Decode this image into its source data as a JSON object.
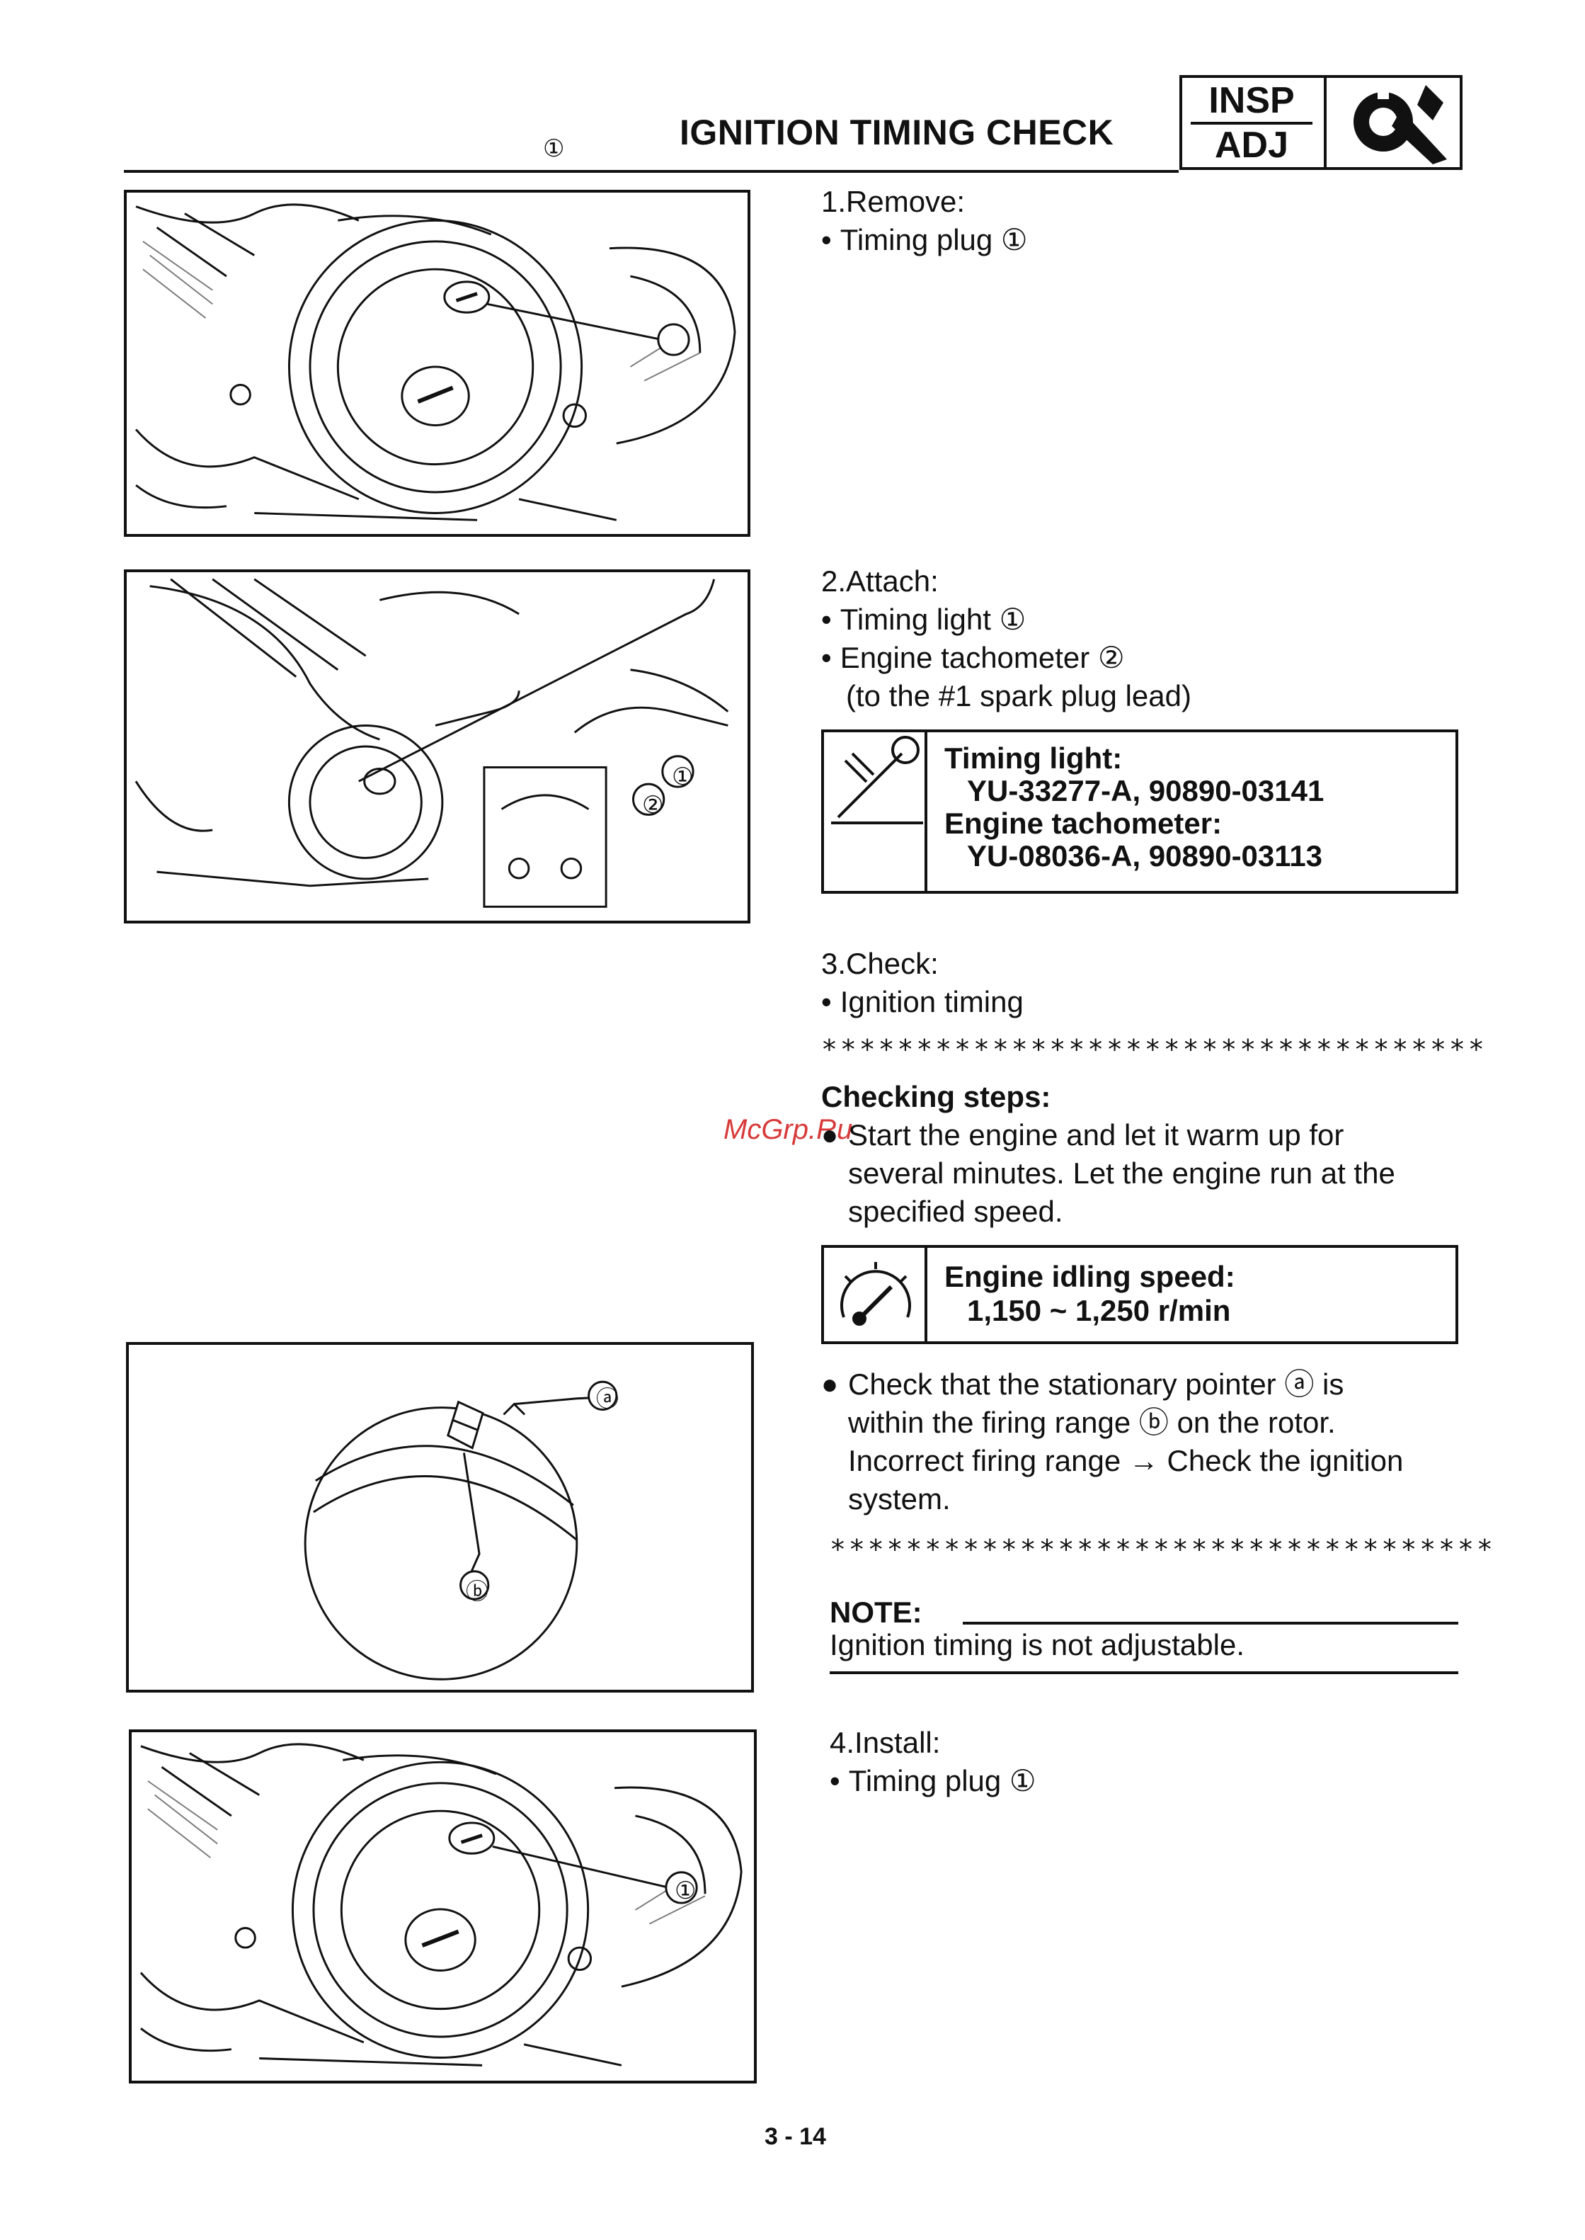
{
  "header": {
    "title": "IGNITION TIMING CHECK",
    "badge_top": "INSP",
    "badge_bottom": "ADJ",
    "badge_icon": "wrench-icon"
  },
  "step1": {
    "heading": "1.Remove:",
    "item": "Timing plug ①",
    "figure_label": "①"
  },
  "step2": {
    "heading": "2.Attach:",
    "item1": "Timing light ①",
    "item2": "Engine tachometer ②",
    "item2_note": "(to the #1 spark plug lead)",
    "figure_label1": "①",
    "figure_label2": "②",
    "tool": {
      "icon": "tool-icon",
      "line1": "Timing light:",
      "line2": "YU-33277-A, 90890-03141",
      "line3": "Engine tachometer:",
      "line4": "YU-08036-A, 90890-03113"
    }
  },
  "step3": {
    "heading": "3.Check:",
    "item": "Ignition timing",
    "stars": "***********************************",
    "checking_title": "Checking steps:",
    "para1_line1": "Start the engine and let it warm up for",
    "para1_line2": "several minutes. Let the engine run at the",
    "para1_line3": "specified speed.",
    "spec": {
      "icon": "tachometer-icon",
      "line1": "Engine idling speed:",
      "line2": "1,150 ~ 1,250 r/min"
    },
    "para2_line1": "Check that the stationary pointer ⓐ is",
    "para2_line2": "within the firing range ⓑ on the rotor.",
    "para2_line3": "Incorrect firing range → Check the ignition",
    "para2_line4": "system.",
    "figure_label_a": "ⓐ",
    "figure_label_b": "ⓑ"
  },
  "note": {
    "label": "NOTE:",
    "text": "Ignition timing is not adjustable."
  },
  "step4": {
    "heading": "4.Install:",
    "item": "Timing plug ①",
    "figure_label": "①"
  },
  "watermark": "McGrp.Ru",
  "page_number": "3 - 14"
}
